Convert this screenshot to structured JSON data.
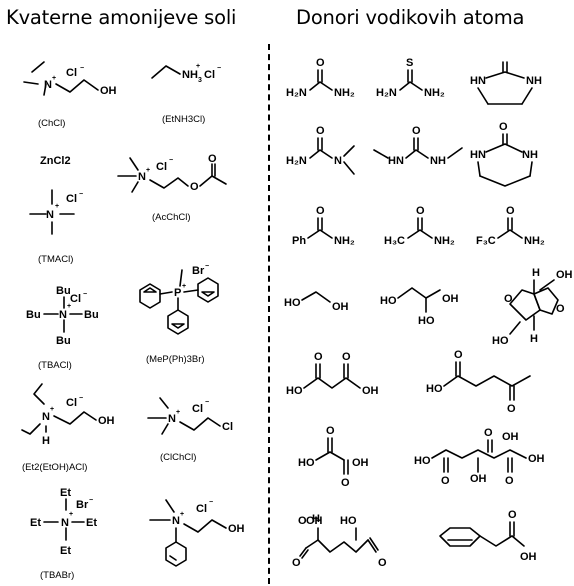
{
  "headings": {
    "left": "Kvaterne amonijeve soli",
    "right": "Donori vodikovih atoma"
  },
  "captions": {
    "chcl": "(ChCl)",
    "etnh3cl": "(EtNH3Cl)",
    "zncl2": "ZnCl2",
    "acchcl": "(AcChCl)",
    "tmacl": "(TMACl)",
    "tbacl": "(TBACl)",
    "mepph3br": "(MeP(Ph)3Br)",
    "et2etohacl": "(Et2(EtOH)ACl)",
    "clchcl": "(ClChCl)",
    "tbabr": "(TBABr)"
  }
}
